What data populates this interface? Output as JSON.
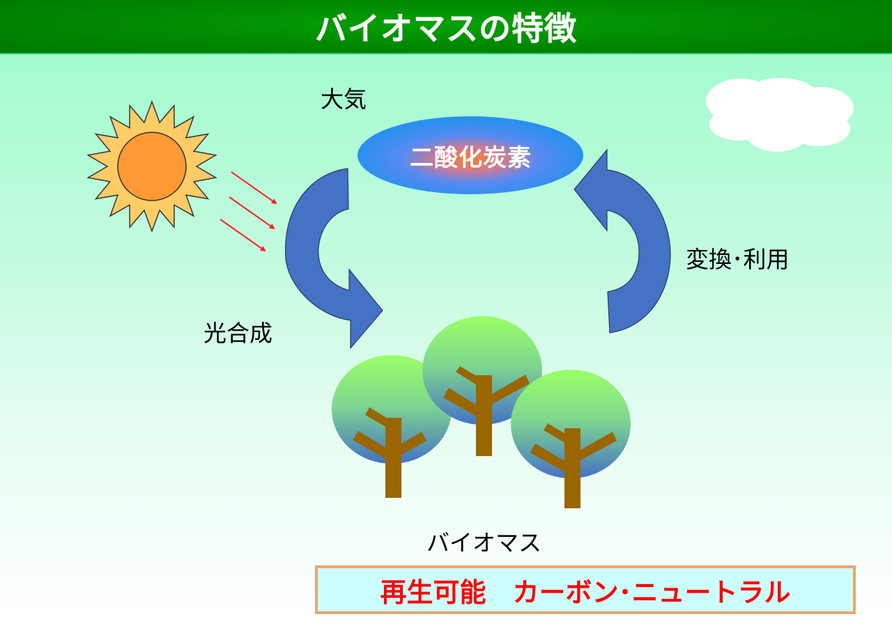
{
  "title": "バイオマスの特徴",
  "labels": {
    "atmosphere": "大気",
    "co2": "二酸化炭素",
    "photosynthesis": "光合成",
    "conversion_use": "変換･利用",
    "biomass": "バイオマス"
  },
  "footer": {
    "text": "再生可能　カーボン･ニュートラル"
  },
  "icons": [
    "sun-icon",
    "sunlight-ray-icon",
    "cloud-icon",
    "cycle-arrow-icon",
    "tree-icon"
  ],
  "colors": {
    "title_bar": "#008a00",
    "title_text": "#ffffff",
    "arrow_fill": "#4472c4",
    "sun_rays": "#ffcc66",
    "sun_core": "#ff9933",
    "light_rays": "#ff2020",
    "co2_edge": "#2a90f0",
    "co2_center": "#f08030",
    "tree_top": "#99ff66",
    "tree_bottom": "#4472c4",
    "trunk": "#996600",
    "footer_text": "#ff0000",
    "footer_bg": "#ccfefe",
    "footer_border": "#e6a774"
  }
}
